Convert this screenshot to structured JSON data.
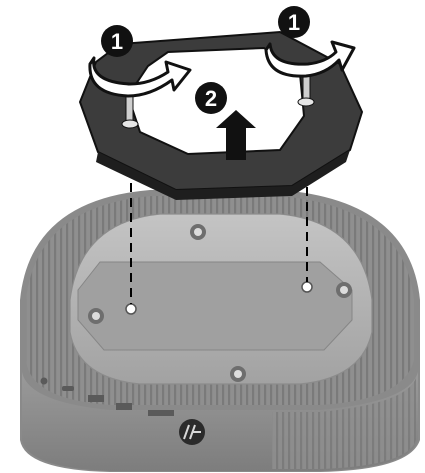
{
  "illustration": {
    "steps": [
      {
        "number": "1",
        "action": "rotate-left-knob"
      },
      {
        "number": "1",
        "action": "rotate-right-knob"
      },
      {
        "number": "2",
        "action": "lift-bracket-up"
      }
    ],
    "colors": {
      "device_body": "#8f8f8f",
      "device_top": "#a7a7a7",
      "bracket": "#4a4a4a",
      "badge": "#111111",
      "arrow": "#111111",
      "guide_line": "#000000"
    },
    "icons": [
      "curved-rotate-arrow-icon",
      "up-arrow-icon",
      "hp-logo-icon"
    ]
  }
}
